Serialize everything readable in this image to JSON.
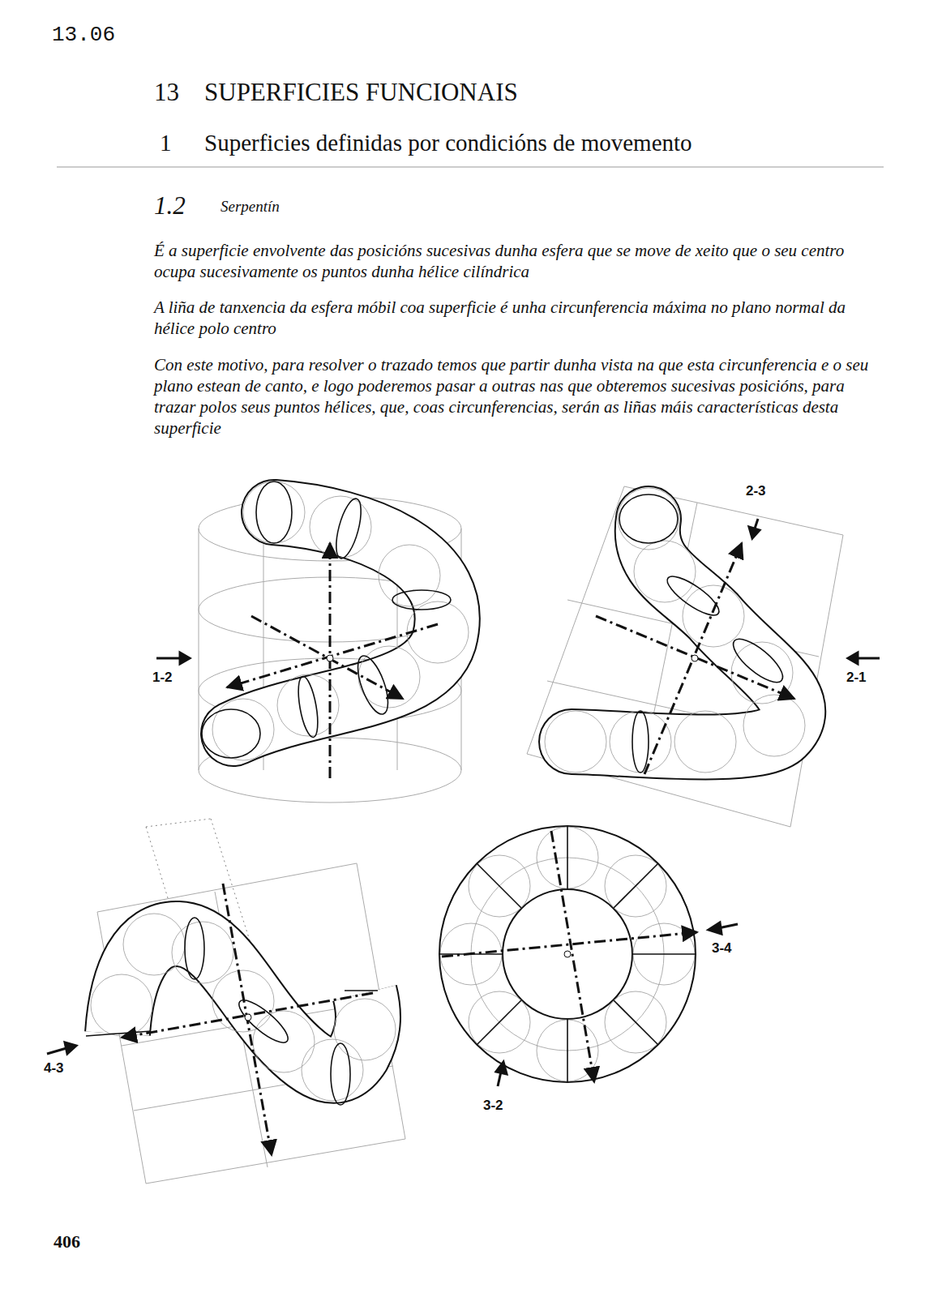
{
  "diagram": {
    "title": "SUPERFICIES FUNCIONAIS",
    "labels": [
      "13.06",
      "13",
      "1",
      "Superficies definidas por condicións de movemento",
      "1.2",
      "Serpentín",
      "É a superficie envolvente das posicións sucesivas dunha esfera que se move de xeito que o seu centro ocupa sucesivamente os puntos dunha hélice cilíndrica",
      "A liña de tanxencia da esfera móbil coa superficie é unha circunferencia máxima no plano normal da hélice polo centro",
      "Con este motivo, para resolver o trazado temos que partir dunha vista na que esta circunferencia e o seu plano estean de canto, e logo poderemos pasar a outras nas que obteremos sucesivas posicións, para trazar polos seus puntos hélices, que, coas circunferencias, serán as liñas máis características desta superficie",
      "2-3",
      "1-2",
      "2-1",
      "3-4",
      "4-3",
      "3-2",
      "406"
    ]
  }
}
